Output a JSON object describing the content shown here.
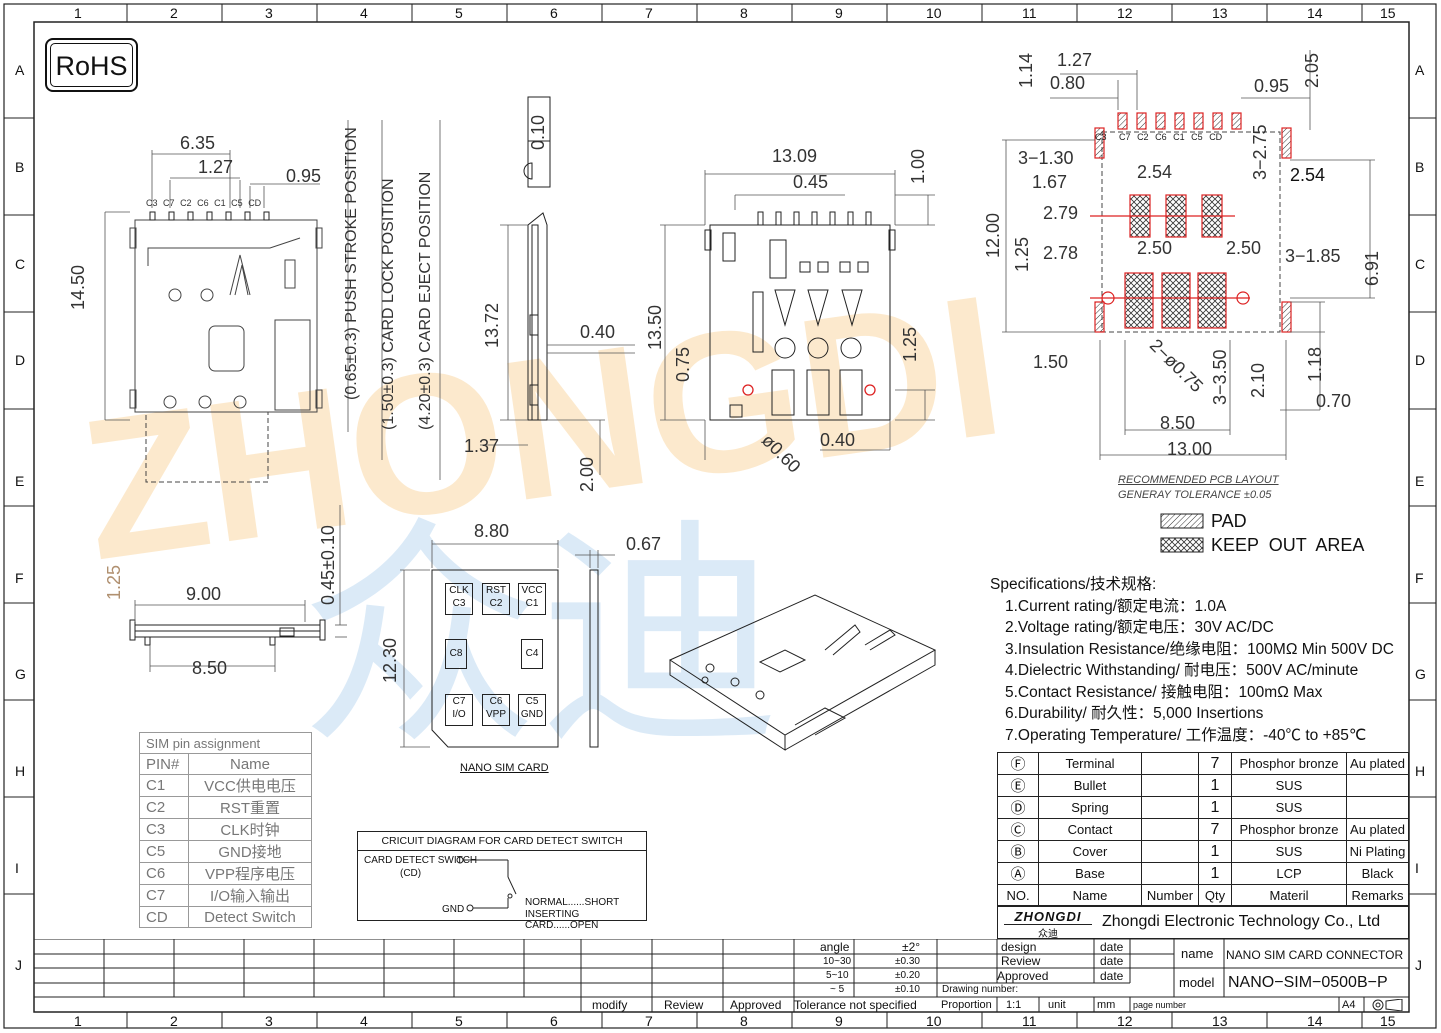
{
  "border": {
    "columns": [
      "1",
      "2",
      "3",
      "4",
      "5",
      "6",
      "7",
      "8",
      "9",
      "10",
      "11",
      "12",
      "13",
      "14",
      "15"
    ],
    "rows": [
      "A",
      "B",
      "C",
      "D",
      "E",
      "F",
      "G",
      "H",
      "I",
      "J"
    ]
  },
  "logo": {
    "rohs": "RoHS",
    "watermark_en": "ZHONGDI",
    "watermark_cn": "众迪"
  },
  "top_view": {
    "dims": {
      "pitch_total": "6.35",
      "pitch": "1.27",
      "edge": "0.95",
      "height": "14.50"
    },
    "pins": [
      "C3",
      "C7",
      "C2",
      "C6",
      "C1",
      "C5",
      "CD"
    ],
    "positions": [
      "(0.65±0.3) PUSH STROKE POSITION",
      "(1.50±0.3) CARD LOCK POSITION",
      "(4.20±0.3) CARD EJECT POSITION"
    ]
  },
  "side_view": {
    "dims": {
      "flatness": "0.10",
      "height": "13.72",
      "thick": "0.40",
      "offset": "1.37",
      "stroke": "2.00"
    }
  },
  "bottom_view": {
    "dims": {
      "width": "13.09",
      "pitch": "0.45",
      "tab": "1.00",
      "height": "13.50",
      "side": "0.75",
      "peg": "1.25",
      "hole": "ø0.60",
      "edge": "0.40"
    }
  },
  "pcb_layout": {
    "dims": {
      "d114": "1.14",
      "d127": "1.27",
      "d080": "0.80",
      "d095": "0.95",
      "d205": "2.05",
      "d3130": "3−1.30",
      "d3275": "3−2.75",
      "d254a": "2.54",
      "d254b": "2.54",
      "d167": "1.67",
      "d279": "2.79",
      "d1200": "12.00",
      "d125": "1.25",
      "d250a": "2.50",
      "d250b": "2.50",
      "d278": "2.78",
      "d3185": "3−1.85",
      "d691": "6.91",
      "d150": "1.50",
      "d2075": "2−ø0.75",
      "d3350": "3−3.50",
      "d210": "2.10",
      "d118": "1.18",
      "d070": "0.70",
      "d850": "8.50",
      "d1300": "13.00"
    },
    "pins": [
      "C3",
      "C7",
      "C2",
      "C6",
      "C1",
      "C5",
      "CD"
    ],
    "caption1": "RECOMMENDED PCB LAYOUT",
    "caption2": "GENERAY TOLERANCE ±0.05",
    "legend_pad": "PAD",
    "legend_keepout": "KEEP  OUT  AREA"
  },
  "front_view": {
    "dims": {
      "h": "1.25",
      "w1": "9.00",
      "t": "0.45±0.10",
      "w2": "8.50"
    }
  },
  "nano_sim": {
    "dims": {
      "w": "8.80",
      "thick": "0.67",
      "h": "12.30"
    },
    "contacts": [
      {
        "a": "CLK",
        "b": "C3"
      },
      {
        "a": "RST",
        "b": "C2"
      },
      {
        "a": "VCC",
        "b": "C1"
      },
      {
        "a": "C8",
        "b": ""
      },
      {
        "a": "C4",
        "b": ""
      },
      {
        "a": "C7",
        "b": "I/O"
      },
      {
        "a": "C6",
        "b": "VPP"
      },
      {
        "a": "C5",
        "b": "GND"
      }
    ],
    "caption": "NANO SIM CARD"
  },
  "pin_table": {
    "title": "SIM pin assignment",
    "headers": [
      "PIN#",
      "Name"
    ],
    "rows": [
      [
        "C1",
        "VCC供电电压"
      ],
      [
        "C2",
        "RST重置"
      ],
      [
        "C3",
        "CLK时钟"
      ],
      [
        "C5",
        "GND接地"
      ],
      [
        "C6",
        "VPP程序电压"
      ],
      [
        "C7",
        "I/O输入输出"
      ],
      [
        "CD",
        "Detect Switch"
      ]
    ]
  },
  "circuit": {
    "title": "CRICUIT DIAGRAM FOR CARD DETECT SWITCH",
    "label1": "CARD DETECT SWITCH",
    "label2": "(CD)",
    "gnd": "GND",
    "note1": "NORMAL......SHORT",
    "note2": "INSERTING CARD......OPEN"
  },
  "specs": {
    "title": "Specifications/技术规格:",
    "items": [
      "1.Current rating/额定电流：1.0A",
      "2.Voltage rating/额定电压：30V AC/DC",
      "3.Insulation Resistance/绝缘电阻：100MΩ Min 500V DC",
      "4.Dielectric Withstanding/ 耐电压：500V AC/minute",
      "5.Contact Resistance/ 接触电阻：100mΩ  Max",
      "6.Durability/ 耐久性：5,000 Insertions",
      "7.Operating Temperature/ 工作温度：-40℃  to +85℃"
    ]
  },
  "bom": {
    "rows": [
      {
        "no": "Ⓕ",
        "name": "Terminal",
        "number": "",
        "qty": "7",
        "material": "Phosphor bronze",
        "remarks": "Au plated"
      },
      {
        "no": "Ⓔ",
        "name": "Bullet",
        "number": "",
        "qty": "1",
        "material": "SUS",
        "remarks": ""
      },
      {
        "no": "Ⓓ",
        "name": "Spring",
        "number": "",
        "qty": "1",
        "material": "SUS",
        "remarks": ""
      },
      {
        "no": "Ⓒ",
        "name": "Contact",
        "number": "",
        "qty": "7",
        "material": "Phosphor bronze",
        "remarks": "Au plated"
      },
      {
        "no": "Ⓑ",
        "name": "Cover",
        "number": "",
        "qty": "1",
        "material": "SUS",
        "remarks": "Ni Plating"
      },
      {
        "no": "Ⓐ",
        "name": "Base",
        "number": "",
        "qty": "1",
        "material": "LCP",
        "remarks": "Black"
      }
    ],
    "header": {
      "no": "NO.",
      "name": "Name",
      "number": "Number",
      "qty": "Qty",
      "material": "Materil",
      "remarks": "Remarks"
    }
  },
  "title_block": {
    "company": "Zhongdi Electronic Technology Co., Ltd",
    "logo_text": "ZHONGDI",
    "logo_cn": "众迪",
    "tolerance": {
      "headers": [
        "angle",
        "±2°"
      ],
      "rows": [
        [
          "10~30",
          "±0.30"
        ],
        [
          "5~10",
          "±0.20"
        ],
        [
          "~ 5",
          "±0.10"
        ]
      ],
      "footer": "Tolerance not specified"
    },
    "roles": [
      "design",
      "Review",
      "Approved"
    ],
    "date_label": "date",
    "name_label": "name",
    "name_value": "NANO SIM CARD CONNECTOR",
    "model_label": "model",
    "model_value": "NANO−SIM−0500B−P",
    "drawing_number": "Drawing number:",
    "proportion": "Proportion",
    "scale": "1:1",
    "unit": "unit",
    "unit_value": "mm",
    "page_number": "page number",
    "paper": "A4",
    "revision": [
      "modify",
      "Review",
      "Approved"
    ]
  }
}
